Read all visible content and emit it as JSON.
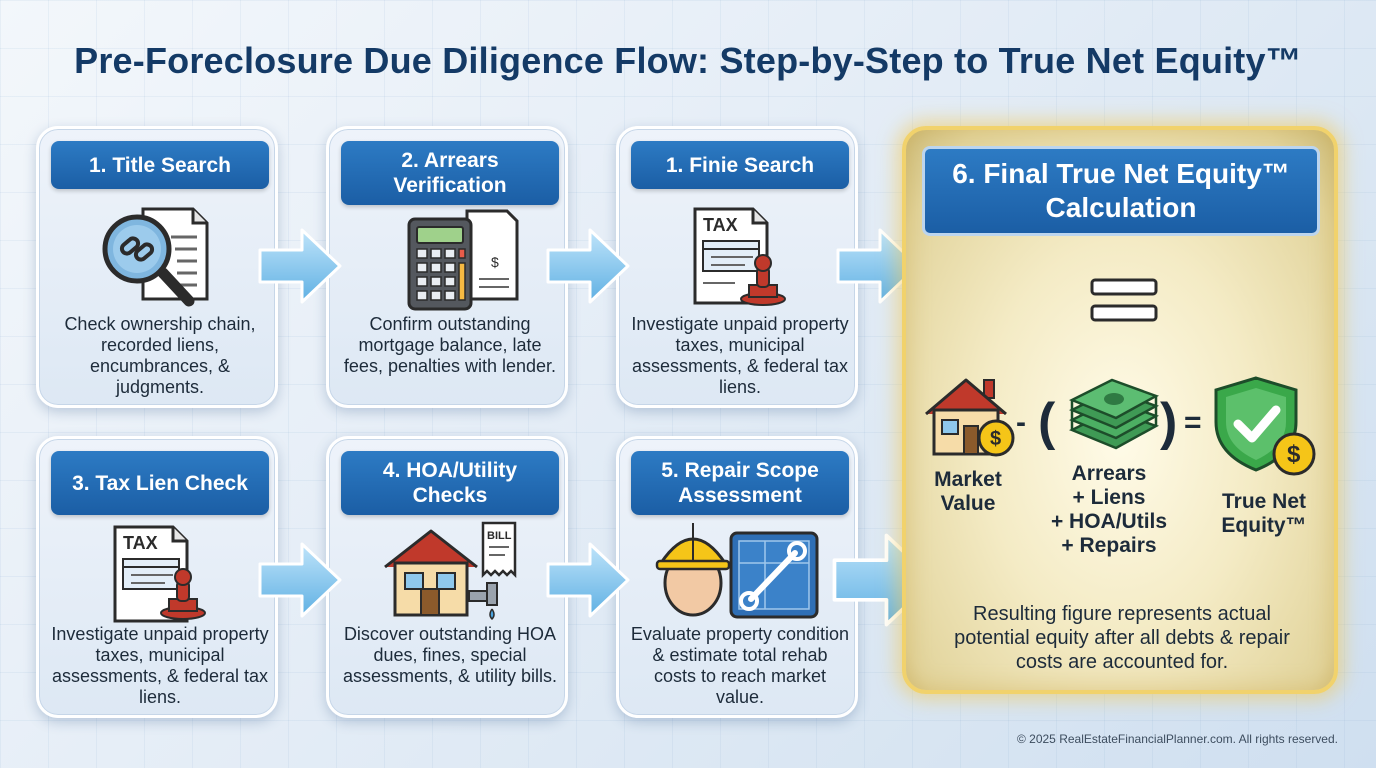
{
  "title": "Pre-Foreclosure Due Diligence Flow: Step-by-Step to True Net Equity™",
  "steps": [
    {
      "heading": "1. Title Search",
      "description": "Check ownership chain, recorded liens, encumbrances, & judgments.",
      "icon": "magnifier-document-icon"
    },
    {
      "heading": "2. Arrears Verification",
      "description": "Confirm outstanding mortgage balance, late fees, penalties with lender.",
      "icon": "calculator-icon"
    },
    {
      "heading": "1. Finie Search",
      "description": "Investigate unpaid property taxes, municipal assessments, & federal tax liens.",
      "icon": "tax-document-icon"
    },
    {
      "heading": "3. Tax Lien Check",
      "description": "Investigate unpaid property taxes, municipal assessments, & federal tax liens.",
      "icon": "tax-document-icon"
    },
    {
      "heading": "4. HOA/Utility Checks",
      "description": "Discover outstanding HOA dues, fines, special assessments, & utility bills.",
      "icon": "house-bill-icon"
    },
    {
      "heading": "5. Repair Scope Assessment",
      "description": "Evaluate property condition & estimate total rehab costs to reach market value.",
      "icon": "hardhat-blueprint-icon"
    }
  ],
  "final": {
    "heading": "6. Final True Net Equity™ Calculation",
    "formula": {
      "market_value": "Market Value",
      "minus": "-",
      "open_paren": "(",
      "close_paren": ")",
      "equals": "=",
      "deductions": [
        "Arrears",
        "+ Liens",
        "+ HOA/Utils",
        "+ Repairs"
      ],
      "result": "True Net Equity™"
    },
    "summary": "Resulting figure represents actual potential equity after all debts & repair costs are accounted for."
  },
  "footer": "© 2025 RealEstateFinancialPlanner.com. All rights reserved.",
  "colors": {
    "header_blue": "#1b5ea5",
    "arrow_blue": "#7fc3ec",
    "title_navy": "#143a66",
    "gold_glow": "#f1d26c",
    "shield_green": "#3aa84a"
  }
}
